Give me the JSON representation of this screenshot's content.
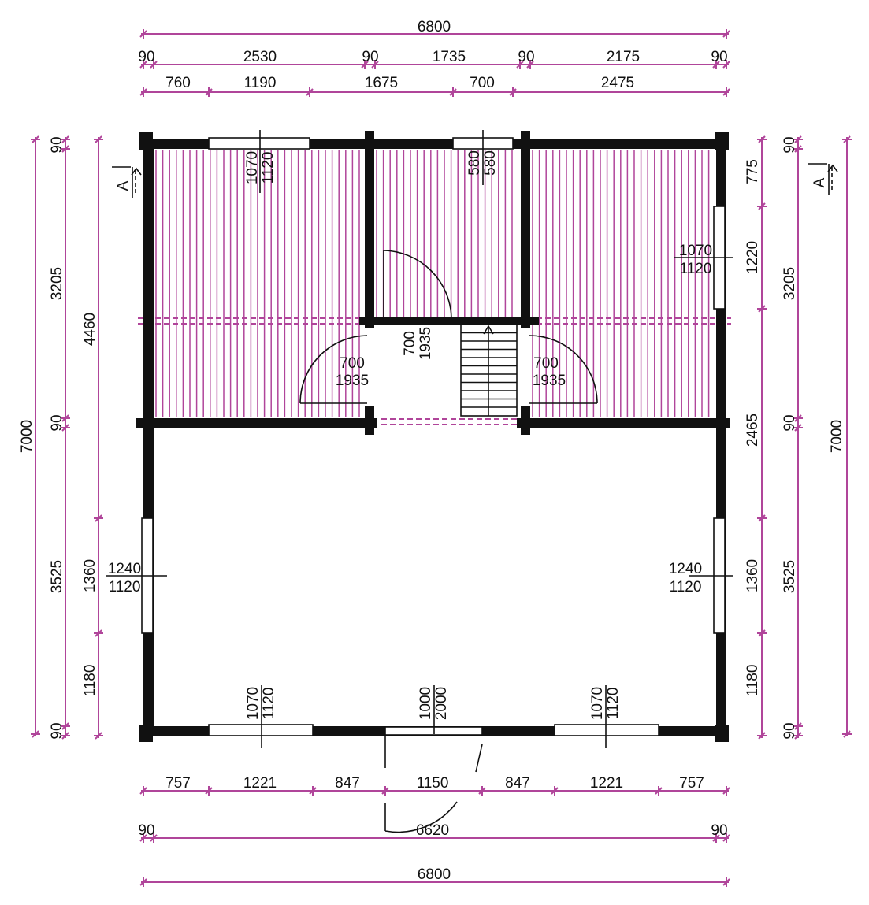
{
  "dims": {
    "top_total": "6800",
    "top_row1": [
      "90",
      "2530",
      "90",
      "1735",
      "90",
      "2175",
      "90"
    ],
    "top_row2": [
      "760",
      "1190",
      "1675",
      "700",
      "2475"
    ],
    "bottom_row1": [
      "757",
      "1221",
      "847",
      "1150",
      "847",
      "1221",
      "757"
    ],
    "bottom_row2_left": "90",
    "bottom_row2_mid": "6620",
    "bottom_row2_right": "90",
    "bottom_total": "6800",
    "left_total": "7000",
    "left_outer": [
      "90",
      "3205",
      "90",
      "3525",
      "90"
    ],
    "left_inner": [
      "4460",
      "1360",
      "1180"
    ],
    "right_inner": [
      "775",
      "1220",
      "2465",
      "1360",
      "1180"
    ],
    "right_outer": [
      "90",
      "3205",
      "90",
      "3525",
      "90"
    ],
    "right_total": "7000"
  },
  "openings": {
    "win_top_left": [
      "1070",
      "1120"
    ],
    "win_top_mid": [
      "580",
      "580"
    ],
    "win_right_upper": [
      "1070",
      "1120"
    ],
    "door_stair": [
      "700",
      "1935"
    ],
    "door_left": [
      "700",
      "1935"
    ],
    "door_right": [
      "700",
      "1935"
    ],
    "win_left_lower": [
      "1240",
      "1120"
    ],
    "win_right_lower": [
      "1240",
      "1120"
    ],
    "win_bottom_left": [
      "1070",
      "1120"
    ],
    "door_entry": [
      "1000",
      "2000"
    ],
    "win_bottom_right": [
      "1070",
      "1120"
    ]
  },
  "section_marks": [
    "A",
    "A"
  ],
  "colors": {
    "dimension": "#b0459a",
    "wall": "#111111"
  }
}
